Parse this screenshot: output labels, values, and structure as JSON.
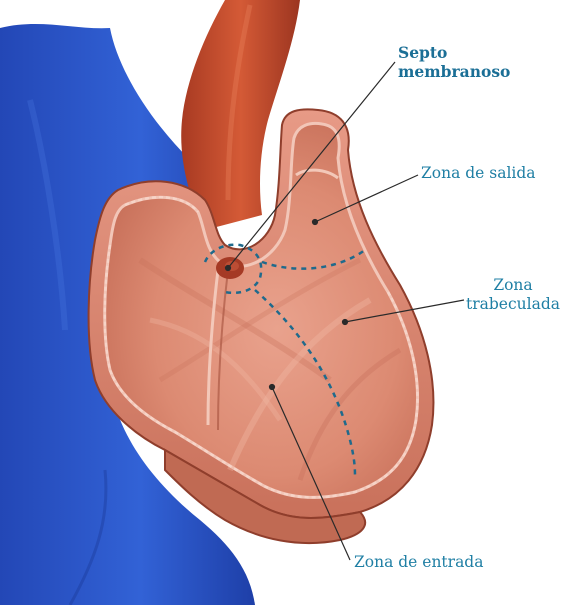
{
  "labels": {
    "septo_line1": "Septo",
    "septo_line2": "membranoso",
    "salida": "Zona de salida",
    "trabeculada_line1": "Zona",
    "trabeculada_line2": "trabeculada",
    "entrada": "Zona de entrada"
  },
  "colors": {
    "label_text": "#1f7fa4",
    "vena": "#2d55c8",
    "arteria": "#c2482a",
    "muscle": "#d98570",
    "muscle_dark": "#a4503c",
    "dashed_boundary": "#1f6a8c"
  }
}
